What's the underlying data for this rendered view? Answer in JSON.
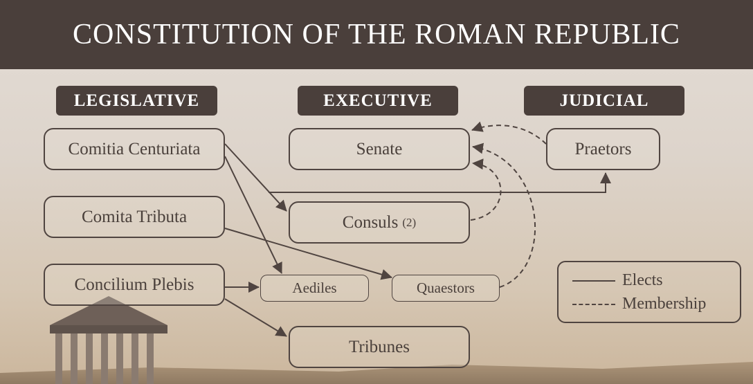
{
  "title": "CONSTITUTION OF THE ROMAN REPUBLIC",
  "headers": {
    "legislative": "LEGISLATIVE",
    "executive": "EXECUTIVE",
    "judicial": "JUDICIAL"
  },
  "nodes": {
    "comitia_centuriata": "Comitia Centuriata",
    "comita_tributa": "Comita Tributa",
    "concilium_plebis": "Concilium Plebis",
    "senate": "Senate",
    "consuls": "Consuls",
    "consuls_count": "(2)",
    "aediles": "Aediles",
    "quaestors": "Quaestors",
    "tribunes": "Tribunes",
    "praetors": "Praetors"
  },
  "legend": {
    "elects": "Elects",
    "membership": "Membership"
  },
  "edges": [
    {
      "from": "Comitia Centuriata",
      "to": "Consuls",
      "type": "elects"
    },
    {
      "from": "Comitia Centuriata",
      "to": "Aediles",
      "type": "elects"
    },
    {
      "from": "Comitia Centuriata",
      "to": "Praetors",
      "type": "elects"
    },
    {
      "from": "Comita Tributa",
      "to": "Quaestors",
      "type": "elects"
    },
    {
      "from": "Concilium Plebis",
      "to": "Aediles",
      "type": "elects"
    },
    {
      "from": "Concilium Plebis",
      "to": "Tribunes",
      "type": "elects"
    },
    {
      "from": "Praetors",
      "to": "Senate",
      "type": "membership"
    },
    {
      "from": "Consuls",
      "to": "Senate",
      "type": "membership"
    },
    {
      "from": "Quaestors",
      "to": "Senate",
      "type": "membership"
    }
  ],
  "colors": {
    "dark": "#4a3f3b",
    "bg": "#ddd4cb"
  }
}
